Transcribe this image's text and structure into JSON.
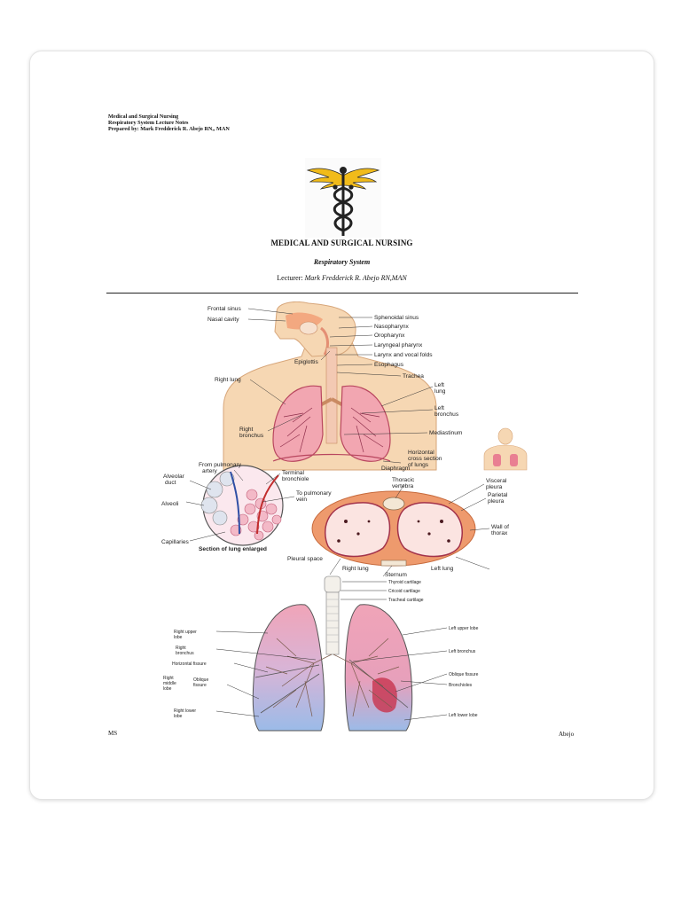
{
  "header": {
    "line1": "Medical and Surgical Nursing",
    "line2": "Respiratory System  Lecture Notes",
    "line3": "Prepared by: Mark Fredderick R. Abejo RN,, MAN"
  },
  "logo_icon": "caduceus-icon",
  "title": "MEDICAL AND SURGICAL NURSING",
  "subtitle": "Respiratory System",
  "lecturer": {
    "prefix": "Lecturer: ",
    "name": "Mark Fredderick R. Abejo RN,MAN"
  },
  "fig1": {
    "labels": {
      "frontal_sinus": "Frontal sinus",
      "nasal_cavity": "Nasal cavity",
      "sphenoidal_sinus": "Sphenoidal sinus",
      "nasopharynx": "Nasopharynx",
      "oropharynx": "Oropharynx",
      "laryngeal_pharynx": "Laryngeal pharynx",
      "larynx": "Larynx and vocal folds",
      "epiglottis": "Epiglottis",
      "esophagus": "Esophagus",
      "trachea": "Trachea",
      "right_lung": "Right lung",
      "left_lung_1": "Left",
      "left_lung_2": "lung",
      "left_bronchus_1": "Left",
      "left_bronchus_2": "bronchus",
      "right_bronchus_1": "Right",
      "right_bronchus_2": "bronchus",
      "mediastinum": "Mediastinum",
      "diaphragm": "Diaphragm",
      "horizontal_1": "Horizontal",
      "horizontal_2": "cross section",
      "horizontal_3": "of lungs"
    }
  },
  "fig2": {
    "labels": {
      "from_pulmonary_1": "From pulmonary",
      "from_pulmonary_2": "artery",
      "alveolar_1": "Alveolar",
      "alveolar_2": "duct",
      "terminal_1": "Terminal",
      "terminal_2": "bronchiole",
      "to_pulmonary_1": "To pulmonary",
      "to_pulmonary_2": "vein",
      "alveoli": "Alveoli",
      "capillaries": "Capillaries",
      "section": "Section of lung enlarged"
    }
  },
  "fig3": {
    "labels": {
      "thoracic_1": "Thoracic",
      "thoracic_2": "vertebra",
      "visceral_1": "Visceral",
      "visceral_2": "pleura",
      "parietal_1": "Parietal",
      "parietal_2": "pleura",
      "wall_1": "Wall of",
      "wall_2": "thorax",
      "pleural_space": "Pleural space",
      "right_lung": "Right lung",
      "sternum": "Sternum",
      "left_lung": "Left lung"
    }
  },
  "fig4": {
    "labels": {
      "thyroid": "Thyroid cartilage",
      "cricoid": "Cricoid cartilage",
      "tracheal": "Tracheal cartilage",
      "right_upper_1": "Right upper",
      "right_upper_2": "lobe",
      "right_bronchus_1": "Right",
      "right_bronchus_2": "bronchus",
      "horizontal_fissure": "Horizontal fissure",
      "right_middle_1": "Right",
      "right_middle_2": "middle",
      "right_middle_3": "lobe",
      "oblique_1": "Oblique",
      "oblique_2": "fissure",
      "right_lower_1": "Right lower",
      "right_lower_2": "lobe",
      "left_upper": "Left upper lobe",
      "left_bronchus": "Left bronchus",
      "oblique_fissure": "Oblique fissure",
      "bronchioles": "Bronchioles",
      "left_lower": "Left lower lobe"
    }
  },
  "footer": {
    "left": "MS",
    "right": "Abejo"
  }
}
